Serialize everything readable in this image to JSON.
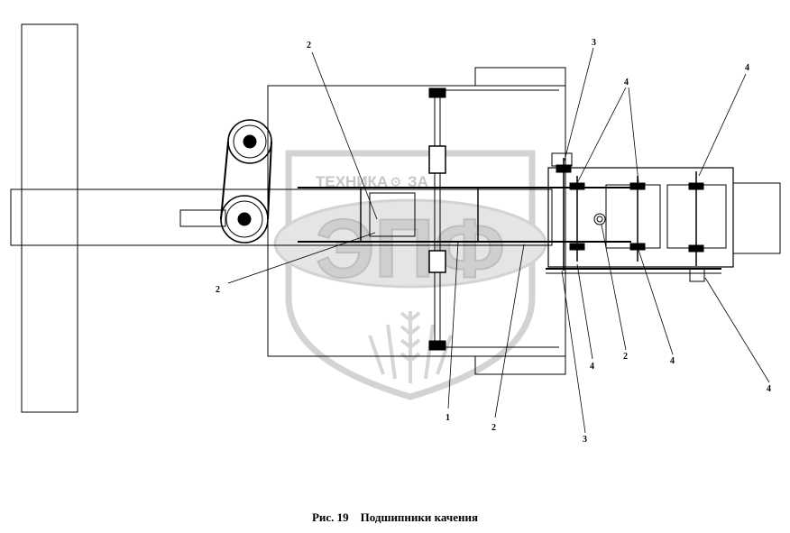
{
  "figure": {
    "caption": "Рис. 19    Подшипники качения"
  },
  "watermark": {
    "top_text": "ТЕХНИКА",
    "top_text_right": "ЗА",
    "big_text": "ЭПФ",
    "color": "#c8c8c8"
  },
  "callouts": {
    "left_top_2": "2",
    "left_bottom_2": "2",
    "center_1": "1",
    "center_2": "2",
    "right_top_3": "3",
    "right_top_4a": "4",
    "right_top_4b": "4",
    "right_bottom_3": "3",
    "right_bottom_4a": "4",
    "right_bottom_2": "2",
    "right_bottom_4b": "4",
    "right_bottom_4c": "4"
  }
}
